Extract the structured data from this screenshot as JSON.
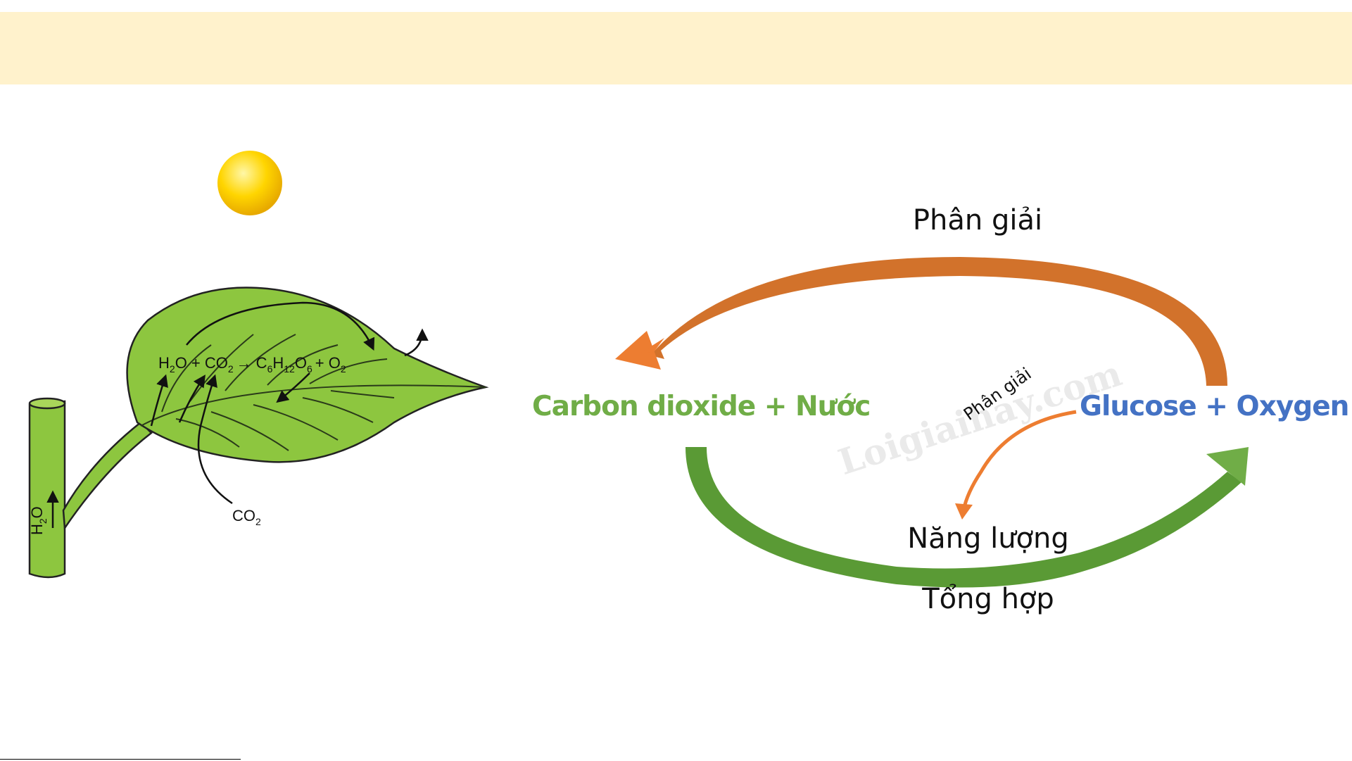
{
  "leaf_figure": {
    "equation": {
      "h2o": "H",
      "h2o_sub": "2",
      "h2o_o": "O + CO",
      "co2_sub": "2",
      "arrow": "→",
      "c6": "C",
      "c6_sub": "6",
      "h12": "H",
      "h12_sub": "12",
      "o6": "O",
      "o6_sub": "6",
      "plus_o2": "+ O",
      "o2_sub": "2"
    },
    "stem_label": "H",
    "stem_label_sub": "2",
    "stem_label_o": "O",
    "co2_label": "CO",
    "co2_label_sub": "2"
  },
  "cycle": {
    "top_label": "Phân giải",
    "left_label": "Carbon dioxide + Nước",
    "right_label": "Glucose + Oxygen",
    "inner_label": "Phân giải",
    "energy_label": "Năng lượng",
    "bottom_label": "Tổng hợp",
    "watermark": "Loigiaihay.com"
  },
  "colors": {
    "banner": "#fff2cc",
    "leaf": "#8dc63f",
    "green_text": "#70ad47",
    "blue_text": "#4472c4",
    "orange_arrow": "#ed7d31",
    "green_arrow": "#70ad47",
    "sun": "#ffd500"
  }
}
